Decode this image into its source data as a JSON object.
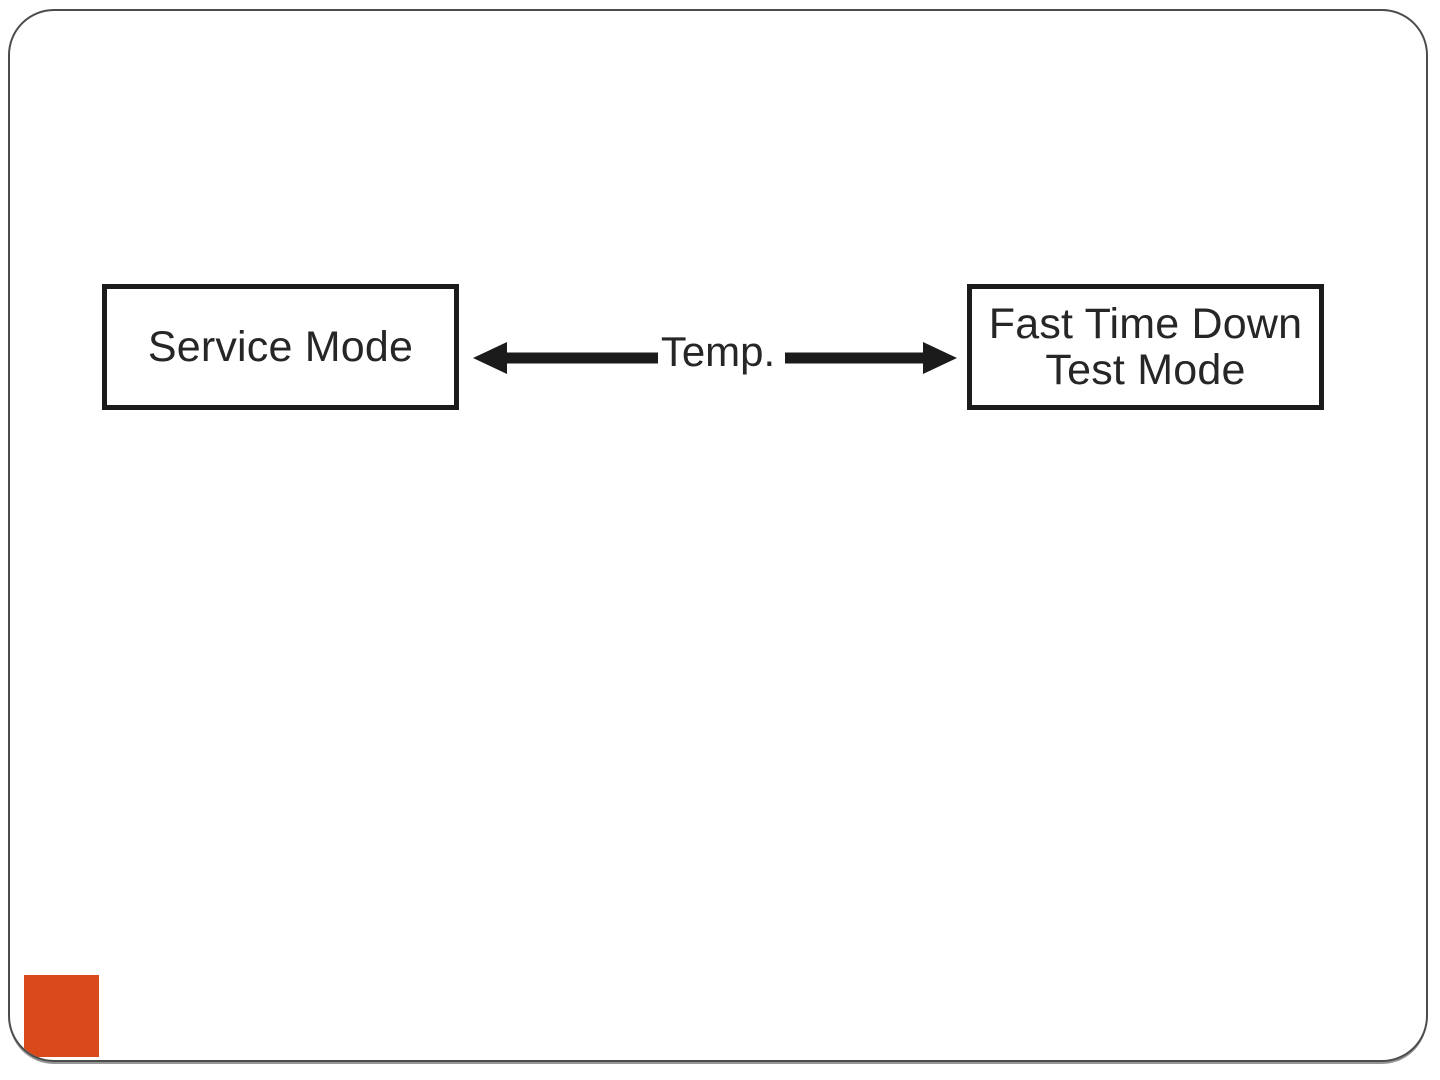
{
  "slide": {
    "background_color": "#ffffff",
    "border_color": "#4c4c4c",
    "accent_color": "#d9491c"
  },
  "diagram": {
    "type": "flow-diagram",
    "nodes": [
      {
        "id": "service-mode",
        "label": "Service Mode",
        "shape": "rectangle",
        "border_color": "#1b1b1b",
        "fill_color": "#ffffff"
      },
      {
        "id": "fast-time-down-test-mode",
        "label": "Fast Time Down\nTest Mode",
        "shape": "rectangle",
        "border_color": "#1b1b1b",
        "fill_color": "#ffffff"
      }
    ],
    "connector": {
      "id": "temp-connector",
      "label": "Temp.",
      "style": "double-headed-arrow",
      "color": "#1b1b1b",
      "from": "service-mode",
      "to": "fast-time-down-test-mode"
    }
  },
  "decoration": {
    "orange_marker": {
      "name": "orange-square",
      "color": "#d9491c"
    }
  }
}
